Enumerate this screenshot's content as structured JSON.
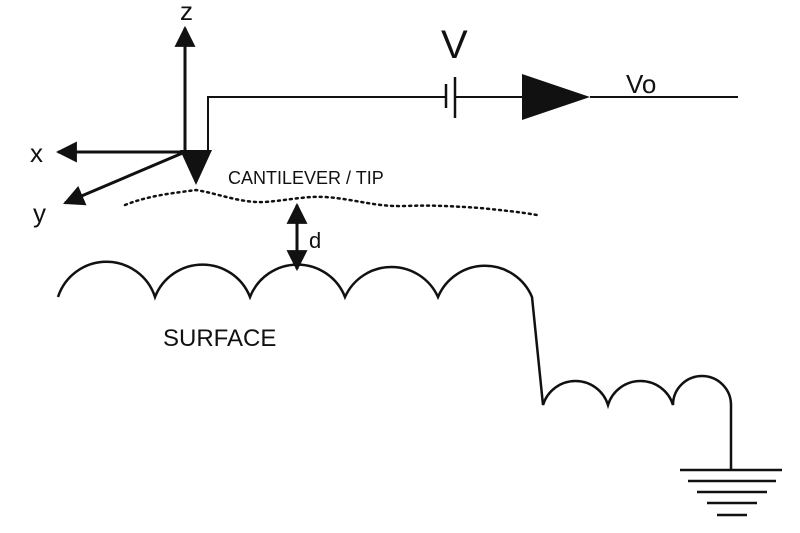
{
  "labels": {
    "z": "z",
    "x": "x",
    "y": "y",
    "voltage": "V",
    "output": "Vo",
    "cantilever": "CANTILEVER / TIP",
    "gap": "d",
    "surface": "SURFACE"
  },
  "colors": {
    "ink": "#111111",
    "background": "#ffffff"
  }
}
